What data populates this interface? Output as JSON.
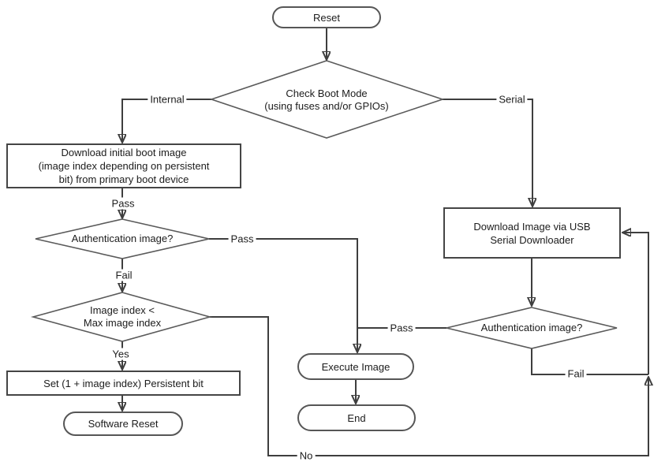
{
  "colors": {
    "background": "#ffffff",
    "line": "#3e3e3e",
    "shape_border": "#454545",
    "text": "#1c1c1c"
  },
  "diagram": {
    "nodes": {
      "reset": {
        "label": "Reset"
      },
      "check_boot_mode": {
        "lines": [
          "Check Boot Mode",
          "(using fuses and/or GPIOs)"
        ]
      },
      "download_initial_boot_image": {
        "lines": [
          "Download initial boot image",
          "(image index depending on persistent",
          "bit) from primary boot device"
        ]
      },
      "authentication_image_left": {
        "label": "Authentication image?"
      },
      "image_index_check": {
        "lines": [
          "Image index <",
          "Max image index"
        ]
      },
      "set_persistent_bit": {
        "label": "Set (1 + image index) Persistent bit"
      },
      "software_reset": {
        "label": "Software Reset"
      },
      "download_image_usb": {
        "lines": [
          "Download Image via USB",
          "Serial Downloader"
        ]
      },
      "authentication_image_right": {
        "label": "Authentication image?"
      },
      "execute_image": {
        "label": "Execute Image"
      },
      "end": {
        "label": "End"
      }
    },
    "edge_labels": {
      "internal": "Internal",
      "serial": "Serial",
      "pass_download": "Pass",
      "pass_auth_left": "Pass",
      "fail_auth_left": "Fail",
      "yes_image_index": "Yes",
      "pass_auth_right": "Pass",
      "fail_auth_right": "Fail",
      "no_image_index": "No"
    }
  }
}
